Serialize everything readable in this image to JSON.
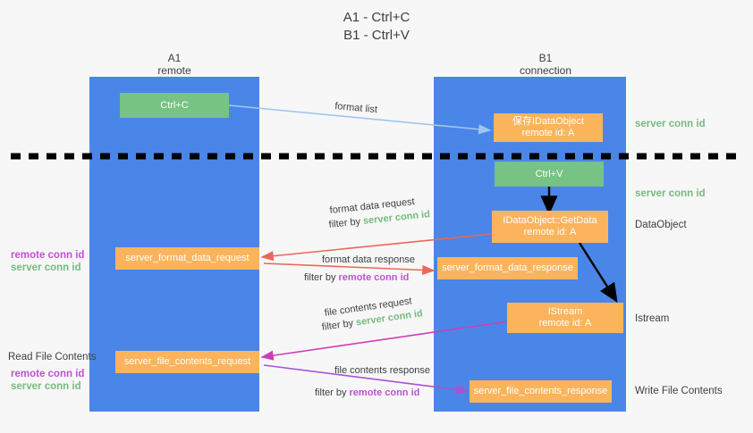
{
  "title": {
    "line1": "A1 - Ctrl+C",
    "line2": "B1 - Ctrl+V"
  },
  "lanes": [
    {
      "id": "a1",
      "name": "A1",
      "sub": "remote"
    },
    {
      "id": "b1",
      "name": "B1",
      "sub": "connection"
    }
  ],
  "boxes": {
    "ctrl_c": {
      "label": "Ctrl+C"
    },
    "save_idataobject": {
      "line1": "保存IDataObject",
      "line2": "remote id: A"
    },
    "ctrl_v": {
      "label": "Ctrl+V"
    },
    "getdata": {
      "line1": "IDataObject::GetData",
      "line2": "remote id: A"
    },
    "istream": {
      "line1": "IStream",
      "line2": "remote id: A"
    },
    "server_format_data_request": {
      "label": "server_format_data_request"
    },
    "server_format_data_response": {
      "label": "server_format_data_response"
    },
    "server_file_contents_request": {
      "label": "server_file_contents_request"
    },
    "server_file_contents_response": {
      "label": "server_file_contents_response"
    }
  },
  "right_labels": {
    "server_conn_id_top": "server conn id",
    "server_conn_id_mid": "server conn id",
    "dataobject": "DataObject",
    "istream": "Istream",
    "write_file_contents": "Write File Contents"
  },
  "left_labels": {
    "remote_conn_id_1": "remote conn id",
    "server_conn_id_1": "server conn id",
    "read_file_contents": "Read File Contents",
    "remote_conn_id_2": "remote conn id",
    "server_conn_id_2": "server conn id"
  },
  "arrow_labels": {
    "format_list": "format list",
    "format_data_request": "format data request",
    "format_data_request_filter_pre": "filter by ",
    "format_data_request_filter_val": "server conn id",
    "format_data_response": "format data response",
    "format_data_response_filter_pre": "filter by ",
    "format_data_response_filter_val": "remote conn id",
    "file_contents_request": "file contents request",
    "file_contents_request_filter_pre": "filter by ",
    "file_contents_request_filter_val": "server conn id",
    "file_contents_response": "file contents response",
    "file_contents_response_filter_pre": "filter by ",
    "file_contents_response_filter_val": "remote conn id"
  },
  "colors": {
    "lane": "#4a86e8",
    "green_box": "#76c383",
    "orange_box": "#fbb45c",
    "green_text": "#76bb7f",
    "purple_text": "#c050d8",
    "light_blue_arrow": "#9fc6ee",
    "red_arrow": "#e8685a",
    "magenta_arrow": "#cc3fb6",
    "purple_arrow": "#a653d4",
    "black": "#000000",
    "background": "#f7f7f7"
  }
}
